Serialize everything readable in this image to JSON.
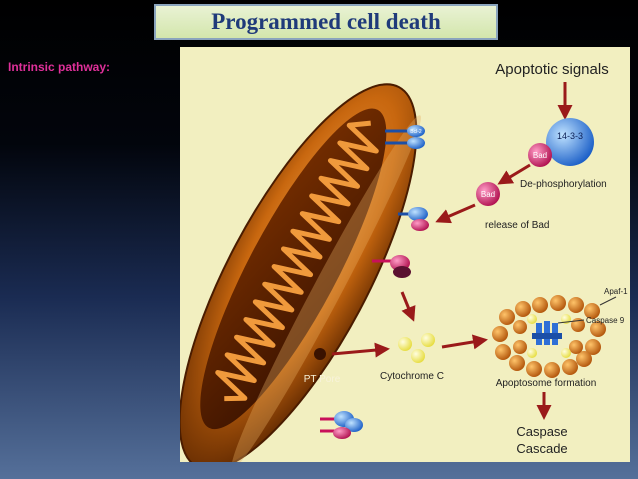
{
  "slide": {
    "title": "Programmed cell death",
    "subtitle": "Intrinsic pathway:"
  },
  "diagram": {
    "labels": {
      "apoptotic_signals": "Apoptotic signals",
      "protein_14_3_3": "14-3-3",
      "bad": "Bad",
      "dephosphorylation": "De-phosphorylation",
      "release_of_bad": "release of Bad",
      "bcl2": "Bcl-2",
      "apaf1": "Apaf-1",
      "caspase9": "Caspase 9",
      "pt_pore": "PT Pore",
      "cytochrome_c": "Cytochrome C",
      "apoptosome_formation": "Apoptosome formation",
      "caspase_cascade_line1": "Caspase",
      "caspase_cascade_line2": "Cascade"
    },
    "colors": {
      "background": "#f2efc0",
      "mitochondrion": "#c86a10",
      "arrow": "#9a1a1a",
      "bcl2_blue": "#2f6fd6",
      "bad_magenta": "#d81a6a",
      "cytochrome_yellow": "#f3ef72",
      "apaf_orange": "#d9780c"
    }
  }
}
